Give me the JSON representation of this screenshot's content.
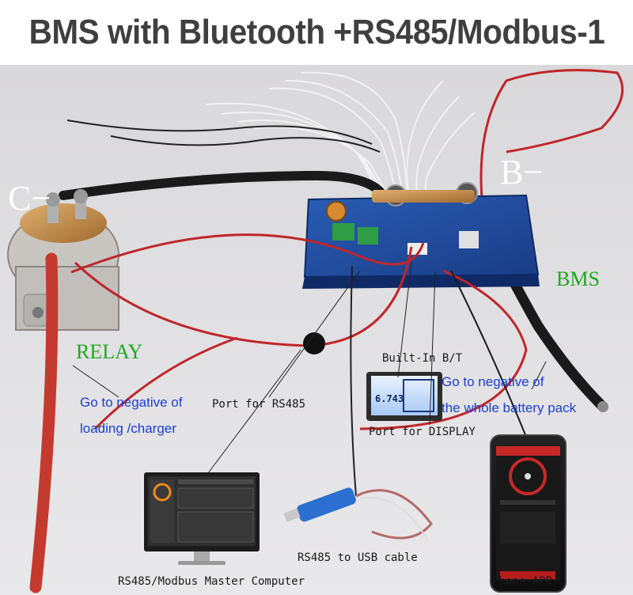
{
  "title": "BMS with Bluetooth +RS485/Modbus-1",
  "labels": {
    "c_minus": "C−",
    "b_minus": "B−",
    "bms": "BMS",
    "relay": "RELAY",
    "relay_note_1": "Go to negative of",
    "relay_note_2": "loading /charger",
    "port_rs485": "Port for RS485",
    "builtin_bt": "Built-In B/T",
    "port_display": "Port for DISPLAY",
    "pack_note_1": "Go to negative of",
    "pack_note_2": "the whole battery pack",
    "master_computer": "RS485/Modbus Master Computer",
    "usb_cable": "RS485 to USB cable",
    "phone_app": "Phone APP"
  },
  "display_reading": "6.743",
  "colors": {
    "title_text": "#3f3f3f",
    "label_green": "#1fa81f",
    "label_blue": "#1a3fd0",
    "label_white": "#ffffff",
    "label_dark": "#1a1a1a"
  }
}
